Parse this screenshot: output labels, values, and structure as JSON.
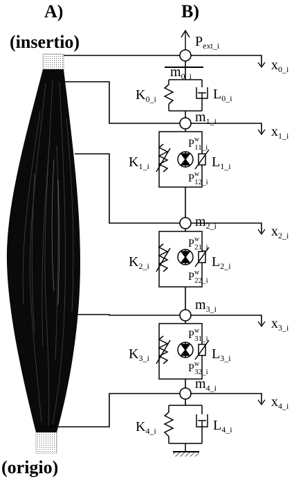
{
  "panel_a": {
    "label": "A)",
    "top": "(insertio)",
    "bottom": "(origio)"
  },
  "panel_b": {
    "label": "B)"
  },
  "force": {
    "base": "P",
    "sub": "ext_i"
  },
  "mass0": {
    "base": "m",
    "sub": "0_i"
  },
  "nodes": [
    {
      "mass_base": "m",
      "mass_sub": "1_i",
      "x_base": "x",
      "x_sub": "1_i"
    },
    {
      "mass_base": "m",
      "mass_sub": "2_i",
      "x_base": "x",
      "x_sub": "2_i"
    },
    {
      "mass_base": "m",
      "mass_sub": "3_i",
      "x_base": "x",
      "x_sub": "3_i"
    },
    {
      "mass_base": "m",
      "mass_sub": "4_i",
      "x_base": "x",
      "x_sub": "4_i"
    }
  ],
  "x0": {
    "base": "x",
    "sub": "0_i"
  },
  "segments": [
    {
      "k_base": "K",
      "k_sub": "0_i",
      "l_base": "L",
      "l_sub": "0_i"
    },
    {
      "k_base": "K",
      "k_sub": "1_i",
      "l_base": "L",
      "l_sub": "1_i",
      "p_top_base": "P",
      "p_top_sup": "w",
      "p_top_sub": "11_i",
      "p_bot_base": "P",
      "p_bot_sup": "w",
      "p_bot_sub": "12_i"
    },
    {
      "k_base": "K",
      "k_sub": "2_i",
      "l_base": "L",
      "l_sub": "2_i",
      "p_top_base": "P",
      "p_top_sup": "w",
      "p_top_sub": "21_i",
      "p_bot_base": "P",
      "p_bot_sup": "w",
      "p_bot_sub": "22_i"
    },
    {
      "k_base": "K",
      "k_sub": "3_i",
      "l_base": "L",
      "l_sub": "3_i",
      "p_top_base": "P",
      "p_top_sup": "w",
      "p_top_sub": "31_i",
      "p_bot_base": "P",
      "p_bot_sup": "w",
      "p_bot_sub": "32_i"
    },
    {
      "k_base": "K",
      "k_sub": "4_i",
      "l_base": "L",
      "l_sub": "4_i"
    }
  ]
}
